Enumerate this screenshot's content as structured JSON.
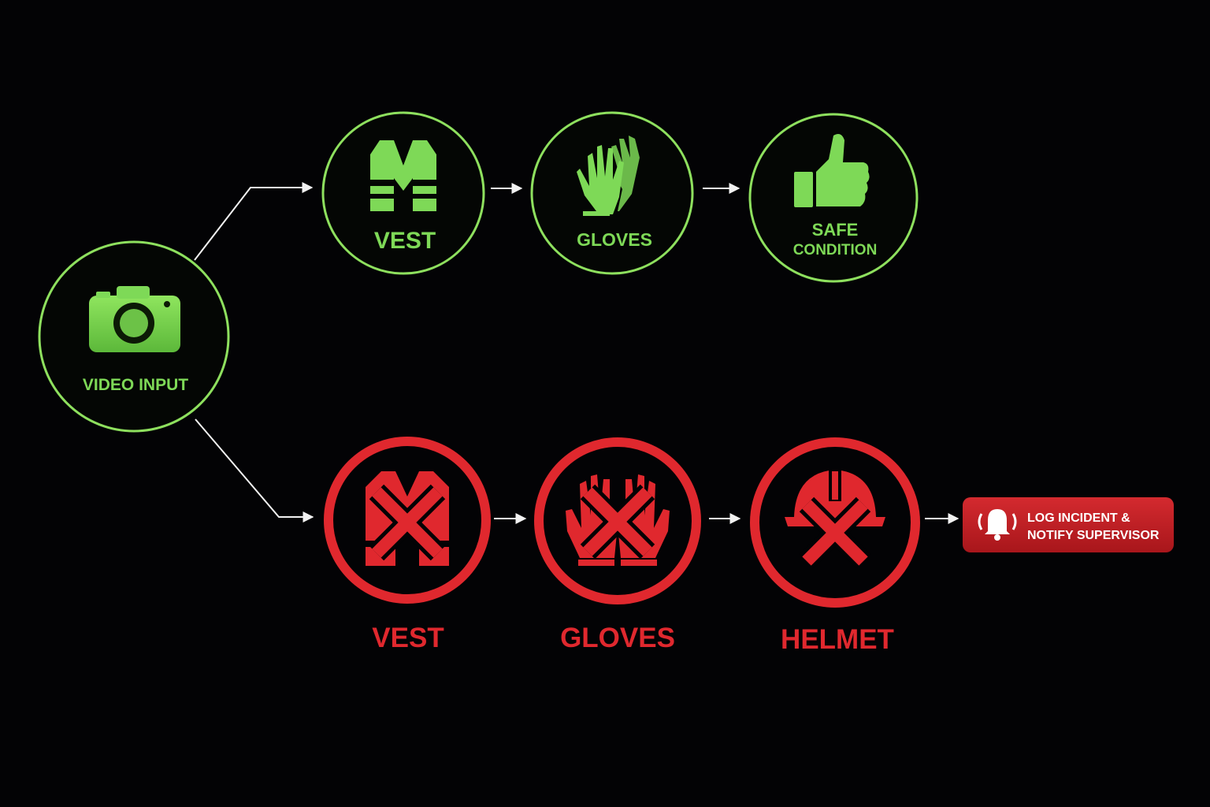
{
  "colors": {
    "background": "#030305",
    "ok_green": "#7ed957",
    "ok_ring": "#8ee05e",
    "fail_red": "#e0282e",
    "alert_bg": "#c41e24",
    "alert_text": "#ffffff",
    "connector": "#f2f2f2"
  },
  "source": {
    "label": "VIDEO INPUT",
    "icon": "camera-icon"
  },
  "compliant_path": {
    "steps": [
      {
        "label": "VEST",
        "icon": "safety-vest-icon"
      },
      {
        "label": "GLOVES",
        "icon": "gloves-icon"
      },
      {
        "label_line1": "SAFE",
        "label_line2": "CONDITION",
        "icon": "thumbs-up-icon"
      }
    ]
  },
  "violation_path": {
    "steps": [
      {
        "label": "VEST",
        "icon": "vest-crossed-icon"
      },
      {
        "label": "GLOVES",
        "icon": "gloves-crossed-icon"
      },
      {
        "label": "HELMET",
        "icon": "helmet-crossed-icon"
      }
    ],
    "action": {
      "line1": "LOG INCIDENT &",
      "line2": "NOTIFY SUPERVISOR",
      "icon": "alarm-bell-icon"
    }
  }
}
